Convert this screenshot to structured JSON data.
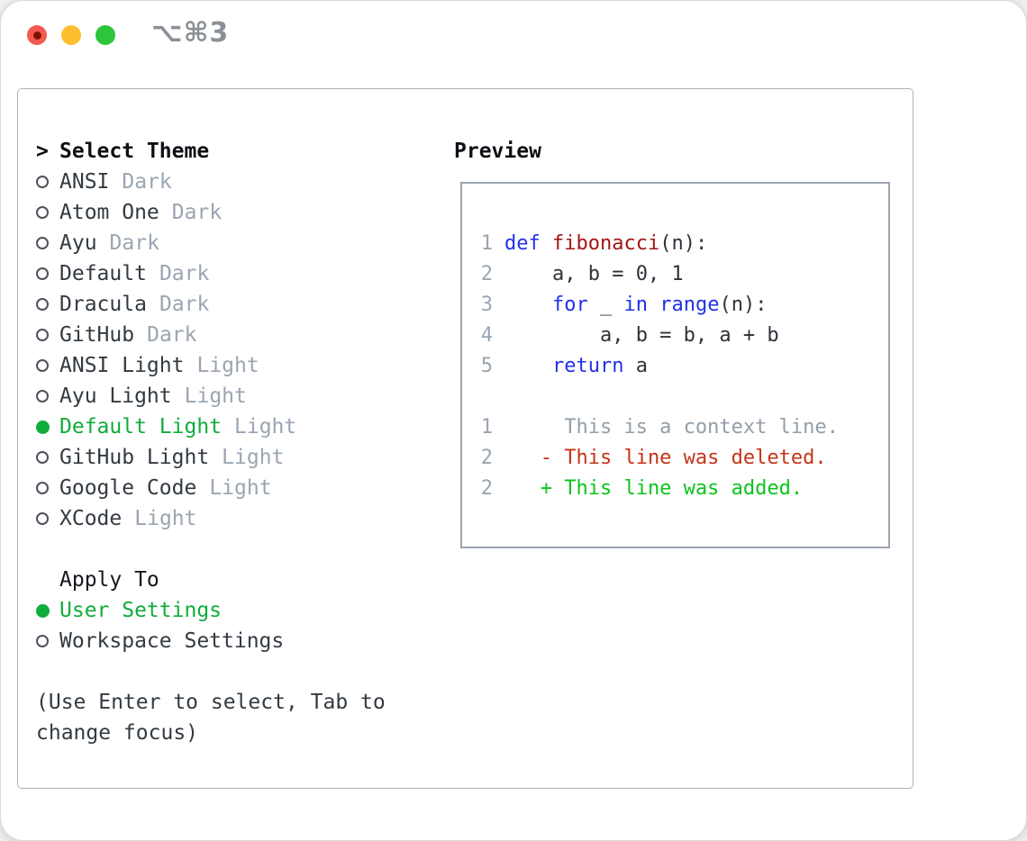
{
  "window": {
    "title_shortcut": "⌥⌘3",
    "traffic_lights": {
      "close": "close",
      "minimize": "minimize",
      "zoom": "zoom"
    }
  },
  "theme_picker": {
    "prompt": ">",
    "header": "Select Theme",
    "items": [
      {
        "name": "ANSI",
        "tag": "Dark",
        "selected": false
      },
      {
        "name": "Atom One",
        "tag": "Dark",
        "selected": false
      },
      {
        "name": "Ayu",
        "tag": "Dark",
        "selected": false
      },
      {
        "name": "Default",
        "tag": "Dark",
        "selected": false
      },
      {
        "name": "Dracula",
        "tag": "Dark",
        "selected": false
      },
      {
        "name": "GitHub",
        "tag": "Dark",
        "selected": false
      },
      {
        "name": "ANSI Light",
        "tag": "Light",
        "selected": false
      },
      {
        "name": "Ayu Light",
        "tag": "Light",
        "selected": false
      },
      {
        "name": "Default Light",
        "tag": "Light",
        "selected": true
      },
      {
        "name": "GitHub Light",
        "tag": "Light",
        "selected": false
      },
      {
        "name": "Google Code",
        "tag": "Light",
        "selected": false
      },
      {
        "name": "XCode",
        "tag": "Light",
        "selected": false
      }
    ],
    "apply_to": {
      "header": "Apply To",
      "options": [
        {
          "name": "User Settings",
          "selected": true
        },
        {
          "name": "Workspace Settings",
          "selected": false
        }
      ]
    },
    "hint": "(Use Enter to select, Tab to change focus)"
  },
  "preview": {
    "header": "Preview",
    "lines": [
      {
        "n": "1",
        "segments": [
          {
            "t": "def ",
            "k": "keyword"
          },
          {
            "t": "fibonacci",
            "k": "function"
          },
          {
            "t": "(n):",
            "k": "plain"
          }
        ]
      },
      {
        "n": "2",
        "segments": [
          {
            "t": "    a, b = 0, 1",
            "k": "plain"
          }
        ]
      },
      {
        "n": "3",
        "segments": [
          {
            "t": "    ",
            "k": "plain"
          },
          {
            "t": "for",
            "k": "keyword"
          },
          {
            "t": " _ ",
            "k": "plain"
          },
          {
            "t": "in",
            "k": "keyword"
          },
          {
            "t": " ",
            "k": "plain"
          },
          {
            "t": "range",
            "k": "keyword"
          },
          {
            "t": "(n):",
            "k": "plain"
          }
        ]
      },
      {
        "n": "4",
        "segments": [
          {
            "t": "        a, b = b, a + b",
            "k": "plain"
          }
        ]
      },
      {
        "n": "5",
        "segments": [
          {
            "t": "    ",
            "k": "plain"
          },
          {
            "t": "return",
            "k": "keyword"
          },
          {
            "t": " a",
            "k": "plain"
          }
        ]
      },
      {
        "n": "",
        "segments": []
      },
      {
        "n": "1",
        "segments": [
          {
            "t": "     This is a context line.",
            "k": "context"
          }
        ]
      },
      {
        "n": "2",
        "segments": [
          {
            "t": "   - This line was deleted.",
            "k": "deleted"
          }
        ]
      },
      {
        "n": "2",
        "segments": [
          {
            "t": "   + This line was added.",
            "k": "added"
          }
        ]
      }
    ]
  },
  "colors": {
    "accent_green": "#10ad3c",
    "keyword_blue": "#2130e8",
    "function_red": "#a31515",
    "deleted_red": "#c63318",
    "added_green": "#0cc41c",
    "muted_gray": "#9aa5b2",
    "context_gray": "#939ea8",
    "text_dark": "#333a42",
    "line_number_gray": "#9aa5b2"
  }
}
